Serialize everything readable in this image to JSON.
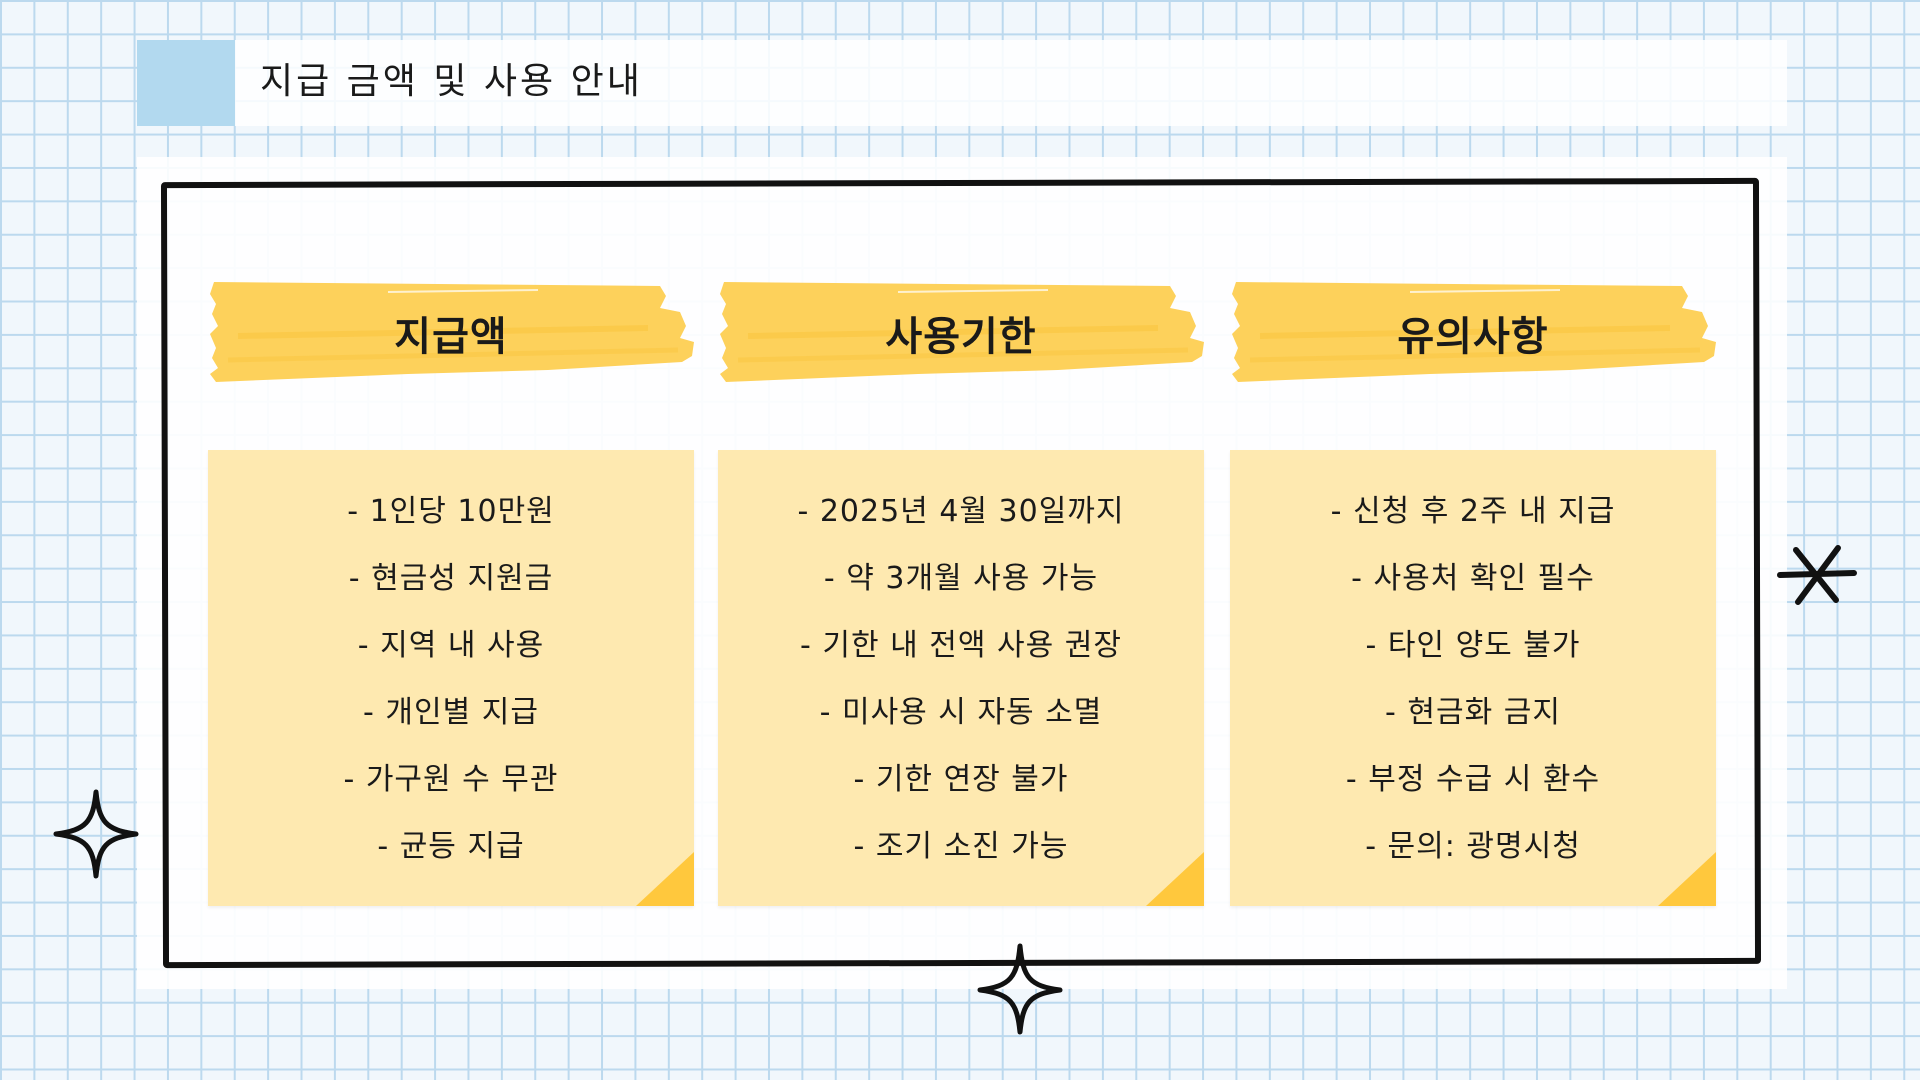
{
  "page": {
    "title": "지급 금액 및 사용 안내"
  },
  "columns": [
    {
      "heading": "지급액",
      "items": [
        "- 1인당 10만원",
        "- 현금성 지원금",
        "- 지역 내 사용",
        "- 개인별 지급",
        "- 가구원 수 무관",
        "- 균등 지급"
      ]
    },
    {
      "heading": "사용기한",
      "items": [
        "- 2025년 4월 30일까지",
        "- 약 3개월 사용 가능",
        "- 기한 내 전액 사용 권장",
        "- 미사용 시 자동 소멸",
        "- 기한 연장 불가",
        "- 조기 소진 가능"
      ]
    },
    {
      "heading": "유의사항",
      "items": [
        "- 신청 후 2주 내 지급",
        "- 사용처 확인 필수",
        "- 타인 양도 불가",
        "- 현금화 금지",
        "- 부정 수급 시 환수",
        "- 문의: 광명시청"
      ]
    }
  ],
  "colors": {
    "grid_line": "#bcd9ee",
    "title_accent": "#b2d9ef",
    "brush": "#fdd15b",
    "note": "#fee9b0",
    "note_fold": "#ffc83d",
    "ink": "#111111"
  },
  "icons": [
    "sparkle-icon",
    "asterisk-icon"
  ]
}
